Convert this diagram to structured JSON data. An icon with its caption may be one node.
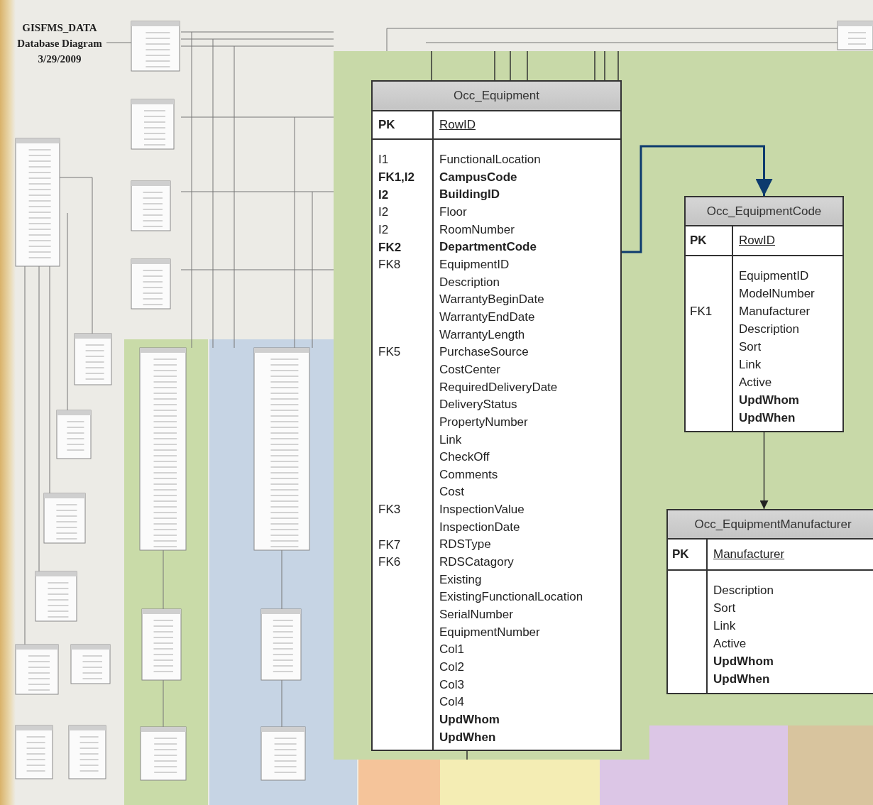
{
  "diagram": {
    "title": "GISFMS_DATA Database Diagram 3/29/2009",
    "nodes": [
      {
        "text": [
          "Occ_Equipment",
          "PK",
          "RowID",
          "FunctionalLocation **CampusCode** **BuildingID** Floor RoomNumber **DepartmentCode** EquipmentID Description WarrantyBeginDate WarrantyEndDate WarrantyLength PurchaseSource CostCenter RequiredDeliveryDate DeliveryStatus PropertyNumber Link CheckOff Comments Cost InspectionValue InspectionDate RDSType RDSCatagory Existing ExistingFunctionalLocation SerialNumber EquipmentNumber Col1 Col2 Col3 Col4 **UpdWhom** **UpdWhen**"
        ]
      },
      {
        "text": [
          "Occ_EquipmentCode",
          "PK",
          "RowID",
          "EquipmentID ModelNumber Manufacturer Description Sort Link Active **UpdWhom** **UpdWhen**"
        ]
      },
      {
        "text": [
          "Occ_EquipmentManufacturer",
          "PK",
          "Manufacturer",
          "Description Sort Link Active **UpdWhom** **UpdWhen**"
        ]
      }
    ],
    "edges": [
      {
        "from": 0,
        "to": 1,
        "arrow": "to",
        "color": "#0d3b6e"
      },
      {
        "from": 1,
        "to": 2,
        "arrow": "to"
      },
      {
        "from": null,
        "to": 0,
        "arrow": "none"
      },
      {
        "from": null,
        "to": 0,
        "arrow": "none"
      },
      {
        "from": null,
        "to": 0,
        "arrow": "none"
      },
      {
        "from": null,
        "to": 0,
        "arrow": "none"
      },
      {
        "from": null,
        "to": 0,
        "arrow": "none"
      },
      {
        "from": null,
        "to": 0,
        "arrow": "none"
      },
      {
        "from": null,
        "to": 0,
        "arrow": "none"
      },
      {
        "from": 0,
        "to": null,
        "arrow": "none"
      }
    ],
    "labels": [
      "I1",
      "FK1,I2",
      "I2",
      "I2",
      "I2",
      "FK2",
      "FK8",
      "FK5",
      "FK3",
      "FK7",
      "FK6",
      "FK1"
    ]
  }
}
